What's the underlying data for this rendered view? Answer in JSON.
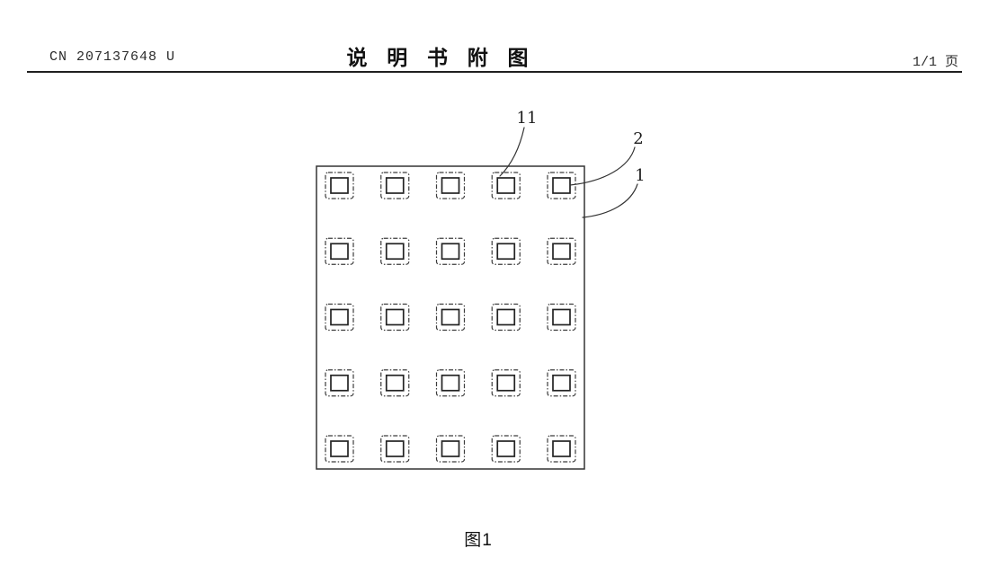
{
  "header": {
    "patent_number": "CN 207137648 U",
    "title": "说  明  书  附  图",
    "page_indicator": "1/1 页"
  },
  "figure": {
    "caption": "图1",
    "grid": {
      "rows": 5,
      "cols": 5
    },
    "labels": [
      {
        "text": "11"
      },
      {
        "text": "2"
      },
      {
        "text": "1"
      }
    ]
  }
}
